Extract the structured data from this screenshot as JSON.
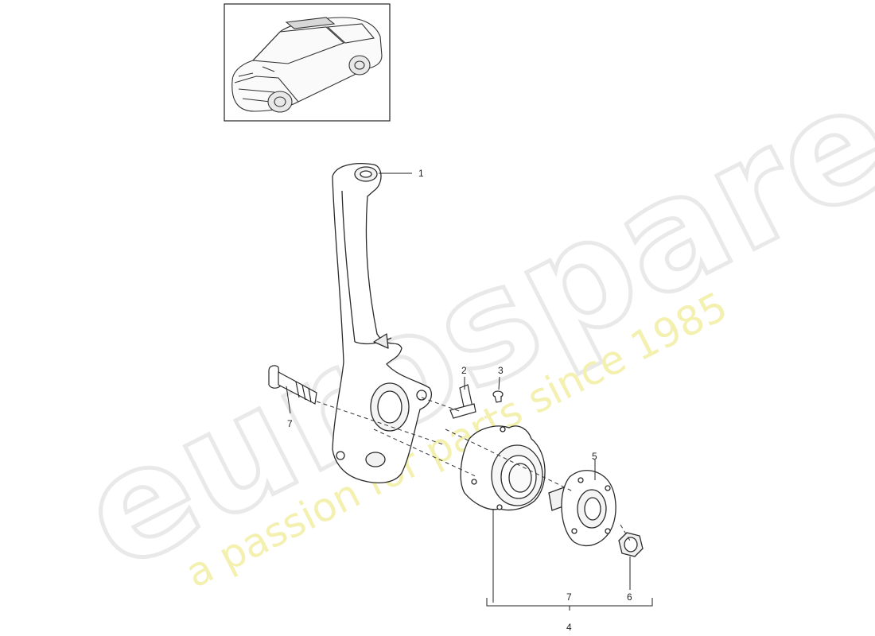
{
  "watermark": {
    "brand": "eurospares",
    "tagline": "a passion for parts since 1985",
    "brand_color": "#e6e6e6",
    "tagline_color": "#f2efa9"
  },
  "thumbnail": {
    "icon": "car-icon"
  },
  "callouts": {
    "p1": "1",
    "p2": "2",
    "p3": "3",
    "p4": "4",
    "p5": "5",
    "p6": "6",
    "p7_bolt": "7",
    "p7_group": "7"
  }
}
